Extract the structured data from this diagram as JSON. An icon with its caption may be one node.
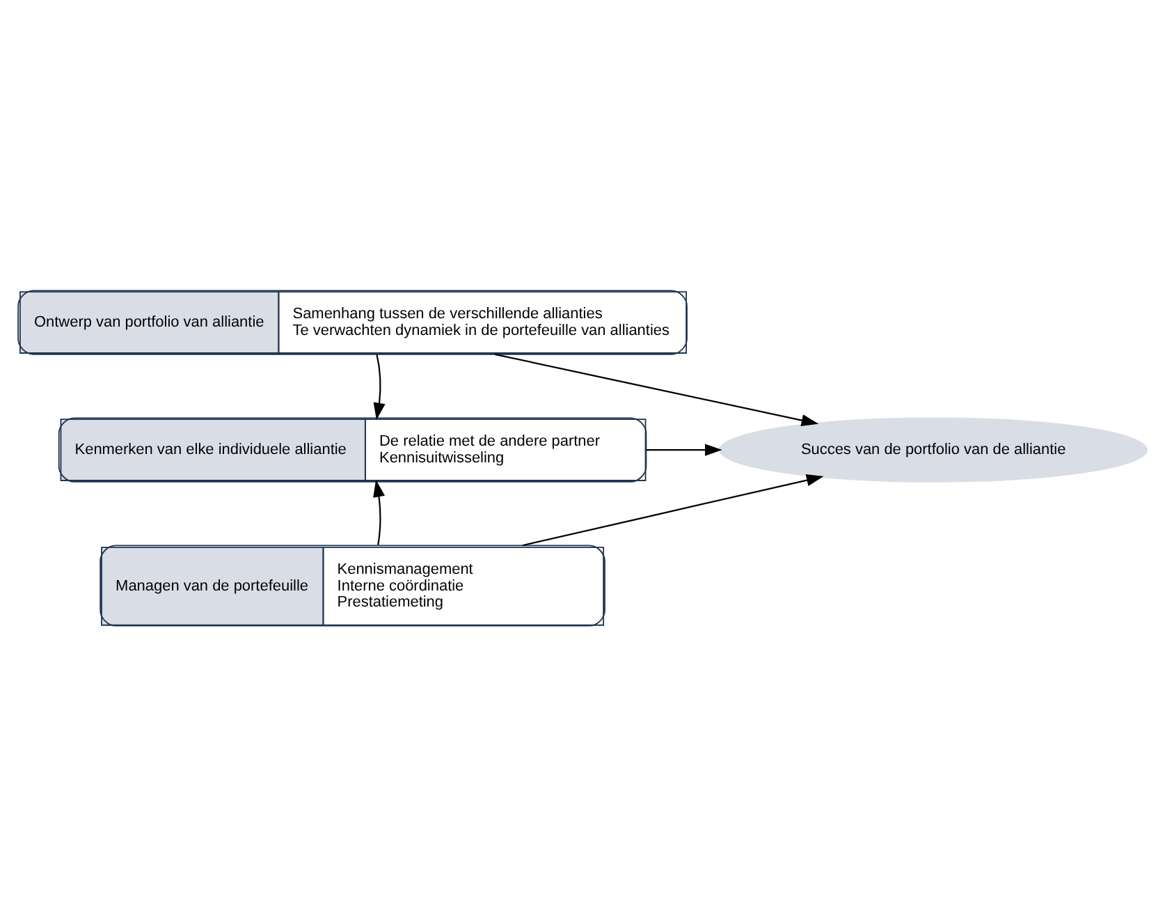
{
  "diagram": {
    "nodes": [
      {
        "text": [
          "Ontwerp van portfolio van alliantie",
          "Samenhang tussen de verschillende allianties",
          "Te verwachten dynamiek in de portefeuille van allianties"
        ]
      },
      {
        "text": [
          "Kenmerken van elke individuele alliantie",
          "De relatie met de andere partner",
          "Kennisuitwisseling"
        ]
      },
      {
        "text": [
          "Succes van de portfolio van de alliantie"
        ]
      },
      {
        "text": [
          "Managen van de portefeuille",
          "Kennismanagement",
          "Interne coördinatie",
          "Prestatiemeting"
        ]
      }
    ],
    "edges": [
      {
        "from": 0,
        "to": 1,
        "arrow": "to"
      },
      {
        "from": 3,
        "to": 1,
        "arrow": "to"
      },
      {
        "from": 0,
        "to": 2,
        "arrow": "to"
      },
      {
        "from": 1,
        "to": 2,
        "arrow": "to"
      },
      {
        "from": 3,
        "to": 2,
        "arrow": "to"
      }
    ]
  }
}
